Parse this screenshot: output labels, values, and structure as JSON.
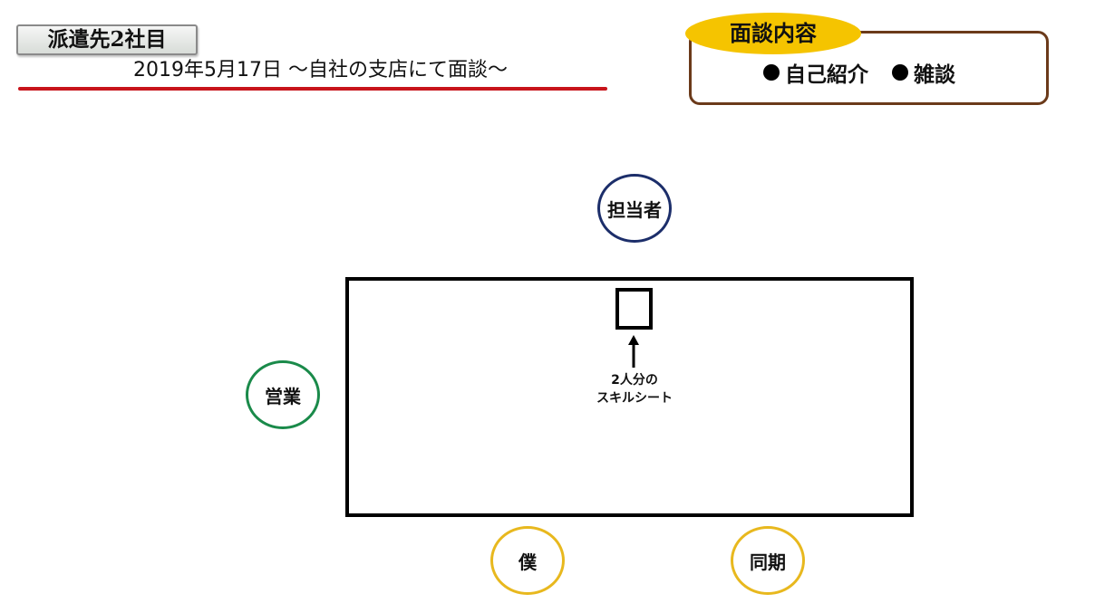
{
  "header": {
    "tag": "派遣先2社目",
    "session_title": "2019年5月17日 〜自社の支店にて面談〜"
  },
  "interview_content": {
    "label": "面談内容",
    "items": [
      "自己紹介",
      "雑談"
    ]
  },
  "diagram": {
    "sheet_label_line1": "2人分の",
    "sheet_label_line2": "スキルシート",
    "people": {
      "top": "担当者",
      "left": "営業",
      "bottom_left": "僕",
      "bottom_right": "同期"
    }
  },
  "colors": {
    "title_rule": "#c8141b",
    "content_label_bg": "#f5c400",
    "content_box_border": "#6b3a1a",
    "circle_top": "#1c2e6a",
    "circle_left": "#1a8a4a",
    "circle_bottom": "#e8b81e"
  }
}
